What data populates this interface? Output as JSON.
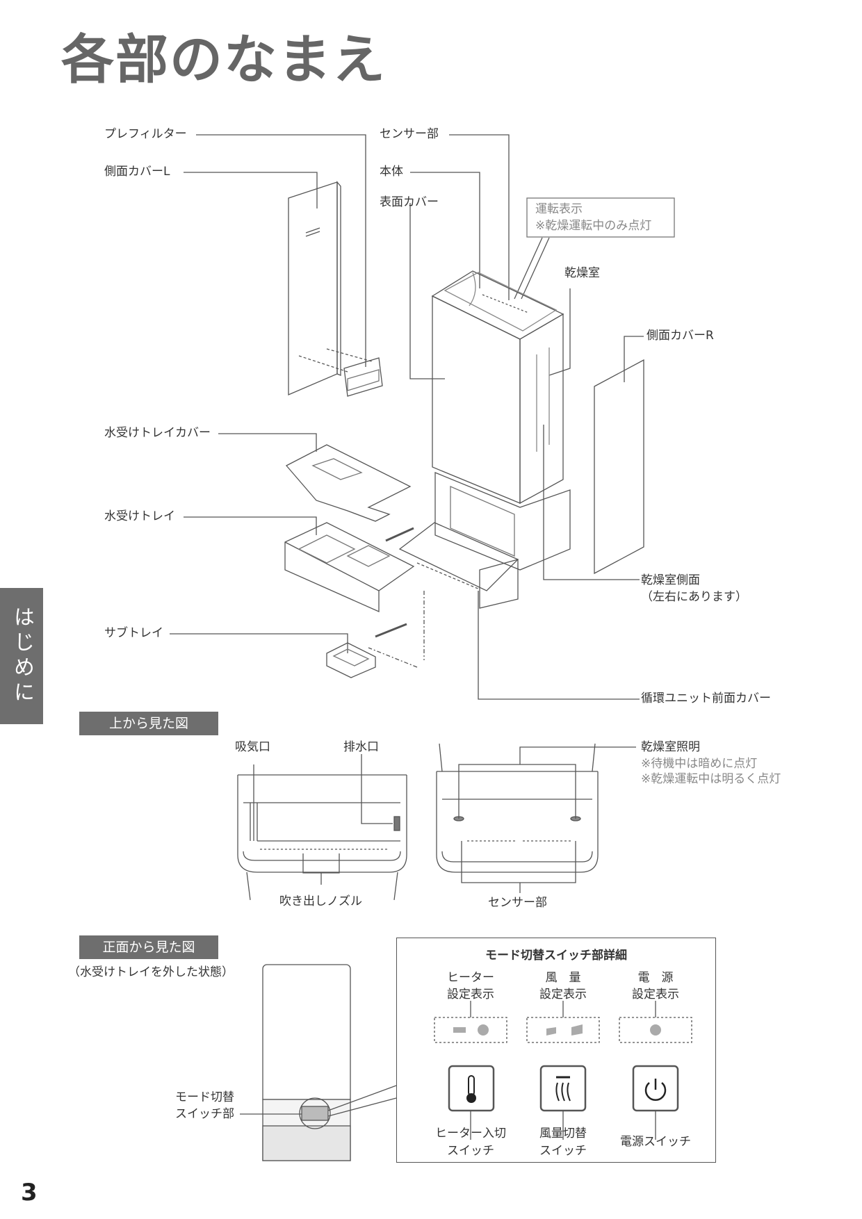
{
  "title": "各部のなまえ",
  "side_tab": "はじめに",
  "page_number": "3",
  "exploded": {
    "prefilter": "プレフィルター",
    "side_cover_l": "側面カバーL",
    "sensor": "センサー部",
    "body": "本体",
    "surface_cover": "表面カバー",
    "op_display_1": "運転表示",
    "op_display_2": "※乾燥運転中のみ点灯",
    "drying_room": "乾燥室",
    "side_cover_r": "側面カバーR",
    "tray_cover": "水受けトレイカバー",
    "tray": "水受けトレイ",
    "drying_side_1": "乾燥室側面",
    "drying_side_2": "（左右にあります）",
    "subtray": "サブトレイ",
    "unit_front_cover": "循環ユニット前面カバー"
  },
  "top_view": {
    "bar": "上から見た図",
    "intake": "吸気口",
    "drain": "排水口",
    "nozzle": "吹き出しノズル",
    "lighting": "乾燥室照明",
    "light_note_1": "※待機中は暗めに点灯",
    "light_note_2": "※乾燥運転中は明るく点灯",
    "sensor": "センサー部"
  },
  "front_view": {
    "bar": "正面から見た図",
    "sub": "（水受けトレイを外した状態）",
    "switch_1": "モード切替",
    "switch_2": "スイッチ部"
  },
  "detail": {
    "title": "モード切替スイッチ部詳細",
    "heater_disp_1": "ヒーター",
    "heater_disp_2": "設定表示",
    "fan_disp_1": "風　量",
    "fan_disp_2": "設定表示",
    "power_disp_1": "電　源",
    "power_disp_2": "設定表示",
    "heater_sw_1": "ヒーター入切",
    "heater_sw_2": "スイッチ",
    "fan_sw_1": "風量切替",
    "fan_sw_2": "スイッチ",
    "power_sw": "電源スイッチ"
  }
}
